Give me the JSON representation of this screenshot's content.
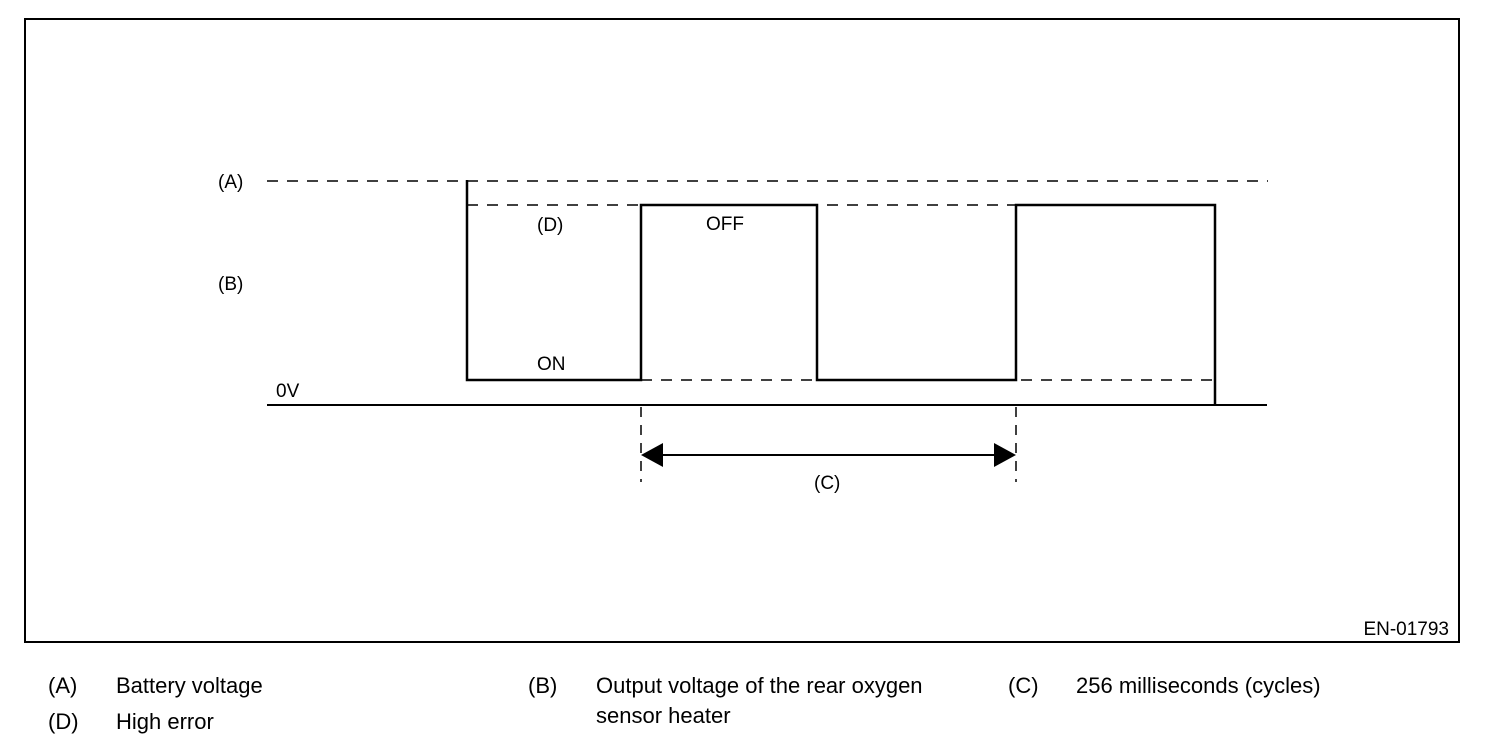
{
  "diagram": {
    "code": "EN-01793",
    "labels": {
      "a": "(A)",
      "b": "(B)",
      "c": "(C)",
      "d": "(D)",
      "zero": "0V",
      "on": "ON",
      "off": "OFF"
    }
  },
  "legend": [
    {
      "key": "(A)",
      "text": "Battery voltage"
    },
    {
      "key": "(B)",
      "text": "Output voltage of the rear oxygen sensor heater"
    },
    {
      "key": "(C)",
      "text": "256 milliseconds (cycles)"
    },
    {
      "key": "(D)",
      "text": "High error"
    }
  ]
}
